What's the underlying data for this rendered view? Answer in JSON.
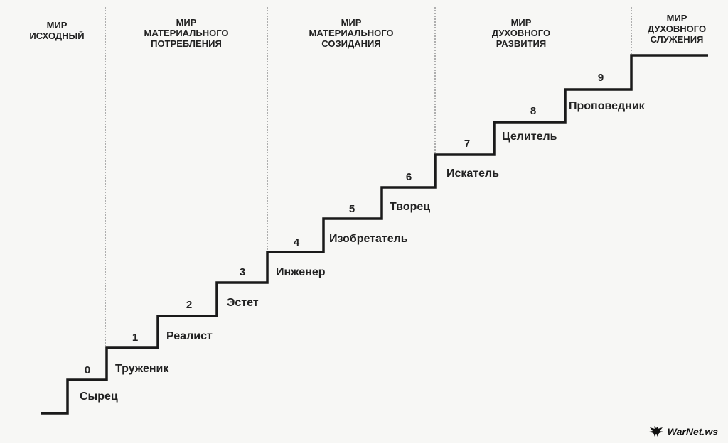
{
  "worlds": [
    {
      "title": "МИР\nИСХОДНЫЙ"
    },
    {
      "title": "МИР\nМАТЕРИАЛЬНОГО\nПОТРЕБЛЕНИЯ"
    },
    {
      "title": "МИР\nМАТЕРИАЛЬНОГО\nСОЗИДАНИЯ"
    },
    {
      "title": "МИР\nДУХОВНОГО\nРАЗВИТИЯ"
    },
    {
      "title": "МИР\nДУХОВНОГО\nСЛУЖЕНИЯ"
    }
  ],
  "steps": [
    {
      "number": "0",
      "label": "Сырец"
    },
    {
      "number": "1",
      "label": "Труженик"
    },
    {
      "number": "2",
      "label": "Реалист"
    },
    {
      "number": "3",
      "label": "Эстет"
    },
    {
      "number": "4",
      "label": "Инженер"
    },
    {
      "number": "5",
      "label": "Изобретатель"
    },
    {
      "number": "6",
      "label": "Творец"
    },
    {
      "number": "7",
      "label": "Искатель"
    },
    {
      "number": "8",
      "label": "Целитель"
    },
    {
      "number": "9",
      "label": "Проповедник"
    }
  ],
  "watermark": {
    "text": "WarNet.ws",
    "icon": "eagle-icon"
  },
  "colors": {
    "line": "#1a1a1a",
    "divider": "#666666"
  }
}
